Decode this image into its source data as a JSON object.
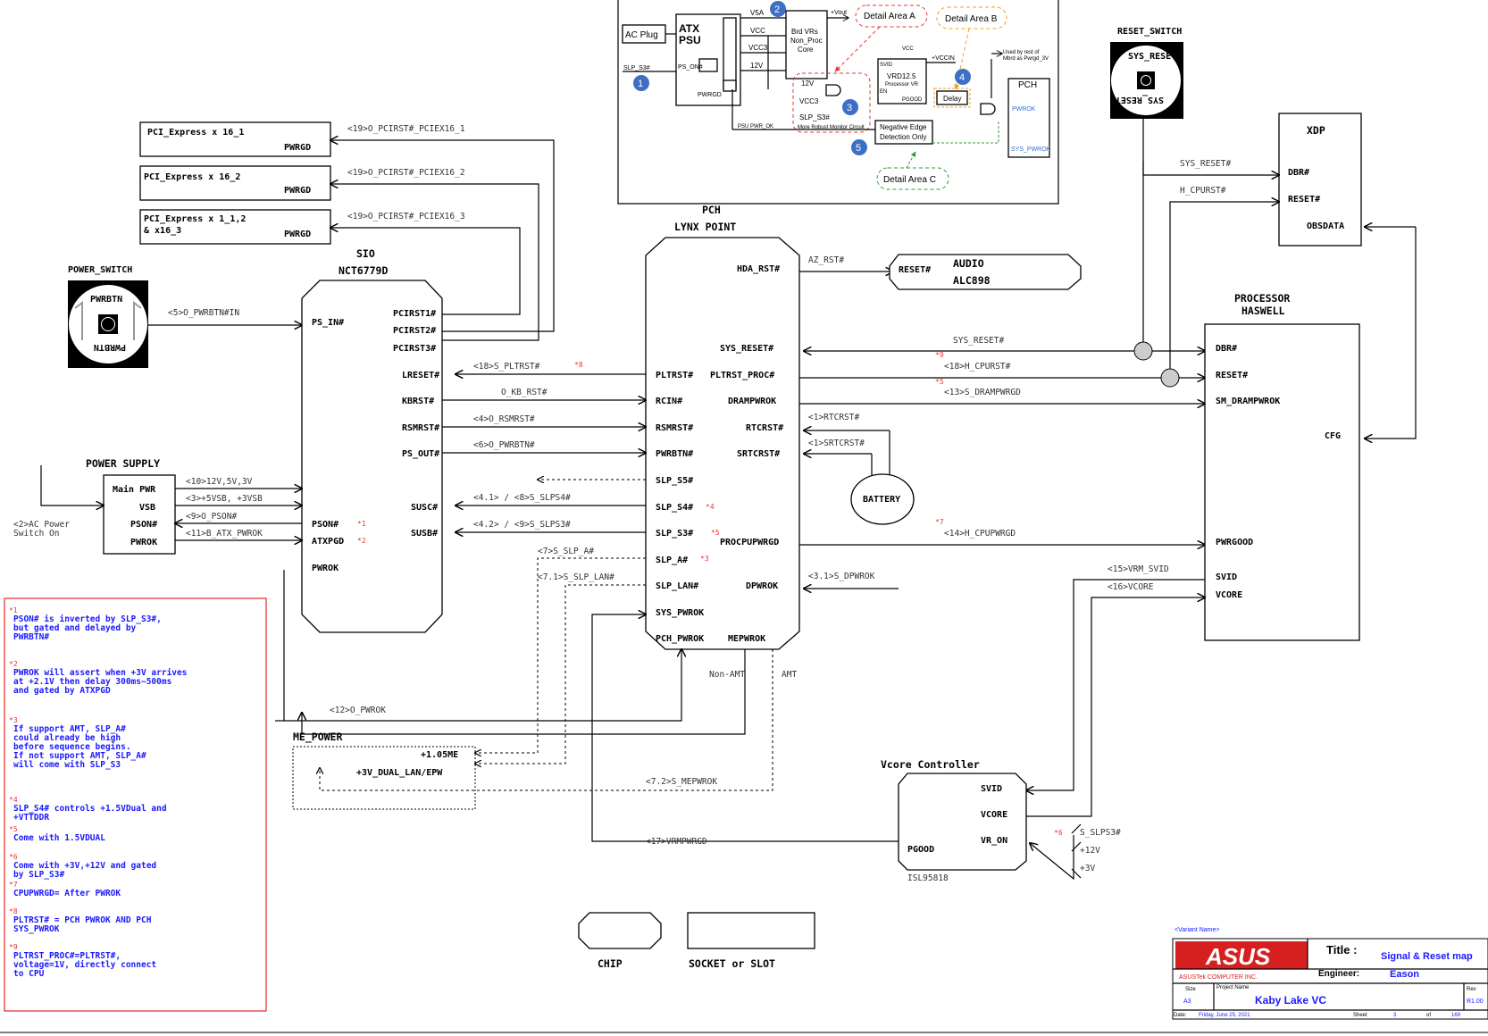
{
  "top_detail": {
    "ac_plug": "AC Plug",
    "atx_psu": [
      "ATX",
      "PSU"
    ],
    "slp_s3": "SLP_S3#",
    "ps_on": "PS_ON#",
    "pwrgd": "PWRGD",
    "rails": [
      "V5A",
      "VCC",
      "VCC3",
      "12V"
    ],
    "brd_vrs": [
      "Brd VRs",
      "Non_Proc",
      "Core"
    ],
    "vout": "+Vout",
    "detail_a": "Detail Area A",
    "detail_b": "Detail Area B",
    "detail_c": "Detail Area C",
    "vcc": "VCC",
    "svid": "SVID",
    "vrd": [
      "VRD12.5",
      "Processor VR"
    ],
    "vccin": "+VCCIN",
    "used_by": [
      "Used by rest of",
      "Mbrd as Pwrgd_3V"
    ],
    "pch": "PCH",
    "pwrok": "PWROK",
    "sys_pwrok": "SYS_PWROK",
    "en": "EN",
    "pgood": "PGOOD",
    "delay": "Delay",
    "v12": "12V",
    "vcc3": "VCC3",
    "slp_s3_b": "SLP_S3#",
    "robust": "More Robust Monitor Circuit",
    "psu_pwr_ok": "PSU PWR_OK",
    "neg_edge": [
      "Negative Edge",
      "Detection Only"
    ],
    "markers": [
      "1",
      "2",
      "3",
      "4",
      "5"
    ]
  },
  "pcie": [
    {
      "name": "PCI_Express x 16_1",
      "pin": "PWRGD",
      "sig": "<19>O_PCIRST#_PCIEX16_1"
    },
    {
      "name": "PCI_Express x 16_2",
      "pin": "PWRGD",
      "sig": "<19>O_PCIRST#_PCIEX16_2"
    },
    {
      "name": "PCI_Express x 1_1,2",
      "name2": "& x16_3",
      "pin": "PWRGD",
      "sig": "<19>O_PCIRST#_PCIEX16_3"
    }
  ],
  "power_switch": {
    "title": "POWER_SWITCH",
    "top": "PWRBTN",
    "bottom": "PWRBTN",
    "sig": "<5>O_PWRBTN#IN"
  },
  "reset_switch": {
    "title": "RESET_SWITCH",
    "top": "SYS_RESET#",
    "bottom": "SYS_RESET#"
  },
  "sio": {
    "title": "SIO",
    "part": "NCT6779D",
    "pins_left": [
      "PS_IN#",
      "PSON#",
      "ATXPGD",
      "PWROK"
    ],
    "pins_right": [
      "PCIRST1#",
      "PCIRST2#",
      "PCIRST3#",
      "LRESET#",
      "KBRST#",
      "RSMRST#",
      "PS_OUT#",
      "SUSC#",
      "SUSB#"
    ]
  },
  "power_supply": {
    "title": "POWER SUPPLY",
    "pins": [
      "Main PWR",
      "VSB",
      "PSON#",
      "PWROK"
    ],
    "sigs": [
      "<10>12V,5V,3V",
      "<3>+5VSB, +3VSB",
      "<9>O_PSON#",
      "<11>B_ATX_PWROK"
    ],
    "ac": [
      "<2>AC Power",
      "Switch On"
    ]
  },
  "pch": {
    "title1": "PCH",
    "title2": "LYNX POINT",
    "pins_left": [
      "PLTRST#",
      "RCIN#",
      "RSMRST#",
      "PWRBTN#",
      "SLP_S5#",
      "SLP_S4#",
      "SLP_S3#",
      "SLP_A#",
      "SLP_LAN#",
      "SYS_PWROK",
      "PCH_PWROK"
    ],
    "pins_right": [
      "HDA_RST#",
      "SYS_RESET#",
      "PLTRST_PROC#",
      "DRAMPWROK",
      "RTCRST#",
      "SRTCRST#",
      "PROCPUPWRGD",
      "DPWROK",
      "MEPWROK"
    ]
  },
  "sio_pch_sigs": {
    "s_pltrst": "<18>S_PLTRST#",
    "o_kb_rst": "O_KB_RST#",
    "o_rsmrst": "<4>O_RSMRST#",
    "o_pwrbtn": "<6>O_PWRBTN#",
    "s_slps4": "<4.1> / <8>S_SLPS4#",
    "s_slps3": "<4.2> / <9>S_SLPS3#",
    "s_slp_a": "<7>S_SLP_A#",
    "s_slp_lan": "<7.1>S_SLP_LAN#",
    "o_pwrok": "<12>O_PWROK",
    "s_mepwrok": "<7.2>S_MEPWROK",
    "vrmpwrgd": "<17>VRMPWRGD",
    "non_amt": "Non-AMT",
    "amt": "AMT"
  },
  "pch_right_sigs": {
    "az_rst": "AZ_RST#",
    "sys_reset": "SYS_RESET#",
    "h_cpurst": "<18>H_CPURST#",
    "s_drampwrgd": "<13>S_DRAMPWRGD",
    "rtcrst": "<1>RTCRST#",
    "srtcrst": "<1>SRTCRST#",
    "h_cpupwrgd": "<14>H_CPUPWRGD",
    "s_dpwrok": "<3.1>S_DPWROK",
    "vrm_svid": "<15>VRM_SVID",
    "vcore": "<16>VCORE",
    "xdp_sys_reset": "SYS_RESET#",
    "xdp_h_cpurst": "H_CPURST#"
  },
  "audio": {
    "pin": "RESET#",
    "line1": "AUDIO",
    "line2": "ALC898"
  },
  "battery": "BATTERY",
  "xdp": {
    "title": "XDP",
    "pins": [
      "DBR#",
      "RESET#",
      "OBSDATA"
    ]
  },
  "processor": {
    "title1": "PROCESSOR",
    "title2": "HASWELL",
    "pins": [
      "DBR#",
      "RESET#",
      "SM_DRAMPWROK",
      "CFG",
      "PWRGOOD",
      "SVID",
      "VCORE"
    ]
  },
  "me_power": {
    "title": "ME_POWER",
    "rails": [
      "+1.05ME",
      "+3V_DUAL_LAN/EPW"
    ]
  },
  "vcore_ctrl": {
    "title": "Vcore Controller",
    "pins": [
      "SVID",
      "VCORE",
      "VR_ON",
      "PGOOD"
    ],
    "part": "ISL95818",
    "inputs": [
      "S_SLPS3#",
      "+12V",
      "+3V"
    ]
  },
  "legend": {
    "chip": "CHIP",
    "socket": "SOCKET or SLOT"
  },
  "red_marks": {
    "m1": "*1",
    "m2": "*2",
    "m3": "*3",
    "m4": "*4",
    "m5": "*5",
    "m6": "*6",
    "m7": "*7",
    "m8": "*8",
    "m9": "*9"
  },
  "notes": [
    {
      "mark": "*1",
      "lines": [
        "PSON# is inverted by SLP_S3#,",
        "but gated and delayed by",
        "PWRBTN#"
      ]
    },
    {
      "mark": "*2",
      "lines": [
        "PWROK will assert when +3V arrives",
        "at +2.1V then delay 300ms~500ms",
        "and gated by ATXPGD"
      ]
    },
    {
      "mark": "*3",
      "lines": [
        "If support AMT, SLP_A#",
        "could already be high",
        "before sequence begins.",
        "If not support AMT, SLP_A#",
        "will come with SLP_S3"
      ]
    },
    {
      "mark": "*4",
      "lines": [
        "SLP_S4# controls +1.5VDual and",
        "+VTTDDR"
      ]
    },
    {
      "mark": "*5",
      "lines": [
        "Come with 1.5VDUAL"
      ]
    },
    {
      "mark": "*6",
      "lines": [
        "Come with +3V,+12V and gated",
        "by SLP_S3#"
      ]
    },
    {
      "mark": "*7",
      "lines": [
        "CPUPWRGD= After PWROK"
      ]
    },
    {
      "mark": "*8",
      "lines": [
        "PLTRST# = PCH PWROK AND PCH",
        "SYS_PWROK"
      ]
    },
    {
      "mark": "*9",
      "lines": [
        "PLTRST_PROC#=PLTRST#,",
        "voltage=1V, directly connect",
        "to CPU"
      ]
    }
  ],
  "title_block": {
    "variant": "<Variant Name>",
    "logo": "ASUS",
    "company": "ASUSTek COMPUTER INC.",
    "title_label": "Title :",
    "title": "Signal & Reset map",
    "engineer_label": "Engineer:",
    "engineer": "Eason",
    "size_label": "Size",
    "size": "A3",
    "project_label": "Project Name",
    "project": "Kaby Lake VC",
    "rev_label": "Rev",
    "rev": "R1.00",
    "date_label": "Date:",
    "date": "Friday, June 25, 2021",
    "sheet_label": "Sheet",
    "sheet": "3",
    "of_label": "of",
    "of": "169"
  },
  "colors": {
    "red": "#e53935",
    "note_blue": "#1a1aff",
    "callout_blue": "#3d6fc4",
    "detail_red": "#e53935",
    "detail_orange": "#f0a020",
    "detail_green": "#2e9e3a"
  }
}
